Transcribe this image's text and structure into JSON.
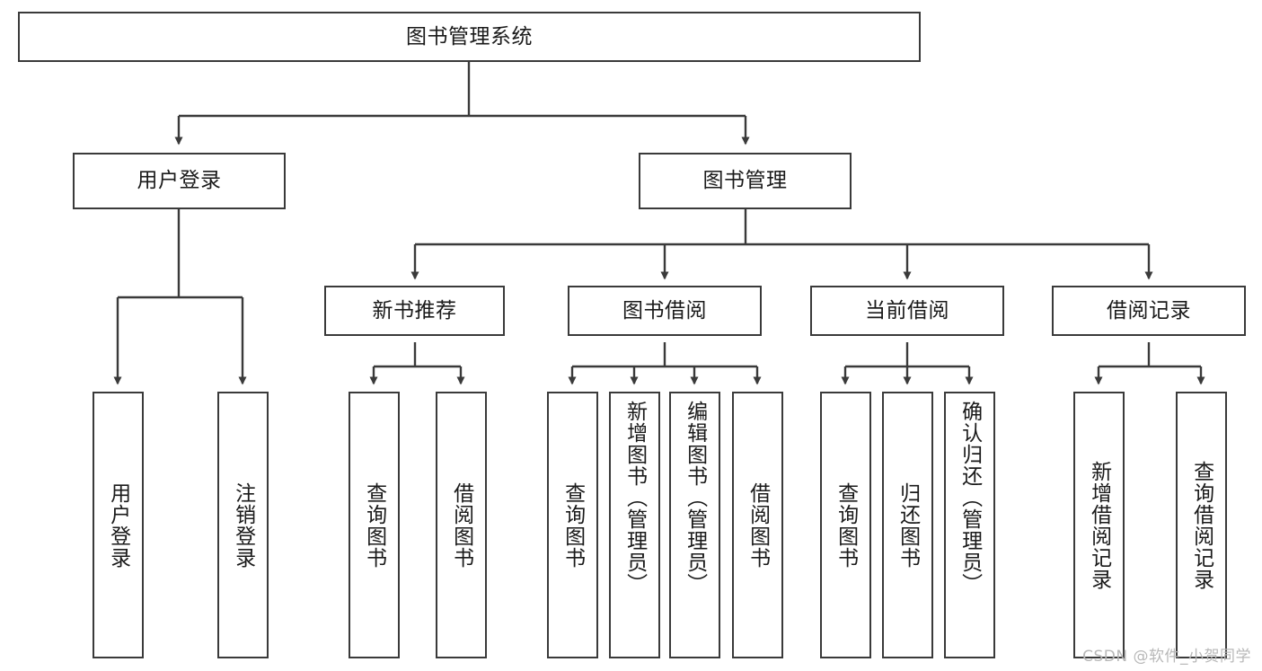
{
  "diagram": {
    "type": "tree-hierarchy-chart",
    "title_node": {
      "id": "root",
      "label": "图书管理系统"
    },
    "level2": [
      {
        "id": "user-login",
        "label": "用户登录"
      },
      {
        "id": "book-manage",
        "label": "图书管理"
      }
    ],
    "level3": [
      {
        "id": "new-book-recommend",
        "label": "新书推荐",
        "parent": "book-manage"
      },
      {
        "id": "book-borrow",
        "label": "图书借阅",
        "parent": "book-manage"
      },
      {
        "id": "current-borrow",
        "label": "当前借阅",
        "parent": "book-manage"
      },
      {
        "id": "borrow-record",
        "label": "借阅记录",
        "parent": "book-manage"
      }
    ],
    "leaves": [
      {
        "id": "leaf-user-login",
        "label": "用户登录",
        "parent": "user-login"
      },
      {
        "id": "leaf-user-logout",
        "label": "注销登录",
        "parent": "user-login"
      },
      {
        "id": "leaf-query-book-1",
        "label": "查询图书",
        "parent": "new-book-recommend"
      },
      {
        "id": "leaf-borrow-book-1",
        "label": "借阅图书",
        "parent": "new-book-recommend"
      },
      {
        "id": "leaf-query-book-2",
        "label": "查询图书",
        "parent": "book-borrow"
      },
      {
        "id": "leaf-add-book",
        "label": "新增图书（管理员）",
        "parent": "book-borrow"
      },
      {
        "id": "leaf-edit-book",
        "label": "编辑图书（管理员）",
        "parent": "book-borrow"
      },
      {
        "id": "leaf-borrow-book-2",
        "label": "借阅图书",
        "parent": "book-borrow"
      },
      {
        "id": "leaf-query-book-3",
        "label": "查询图书",
        "parent": "current-borrow"
      },
      {
        "id": "leaf-return-book",
        "label": "归还图书",
        "parent": "current-borrow"
      },
      {
        "id": "leaf-confirm-return",
        "label": "确认归还（管理员）",
        "parent": "current-borrow"
      },
      {
        "id": "leaf-add-record",
        "label": "新增借阅记录",
        "parent": "borrow-record"
      },
      {
        "id": "leaf-query-record",
        "label": "查询借阅记录",
        "parent": "borrow-record"
      }
    ]
  },
  "watermark": {
    "text": "CSDN @软件_小贺同学"
  },
  "colors": {
    "border": "#3a3a3a",
    "background": "#ffffff",
    "text": "#1a1a1a",
    "watermark": "#b8b8b8"
  }
}
